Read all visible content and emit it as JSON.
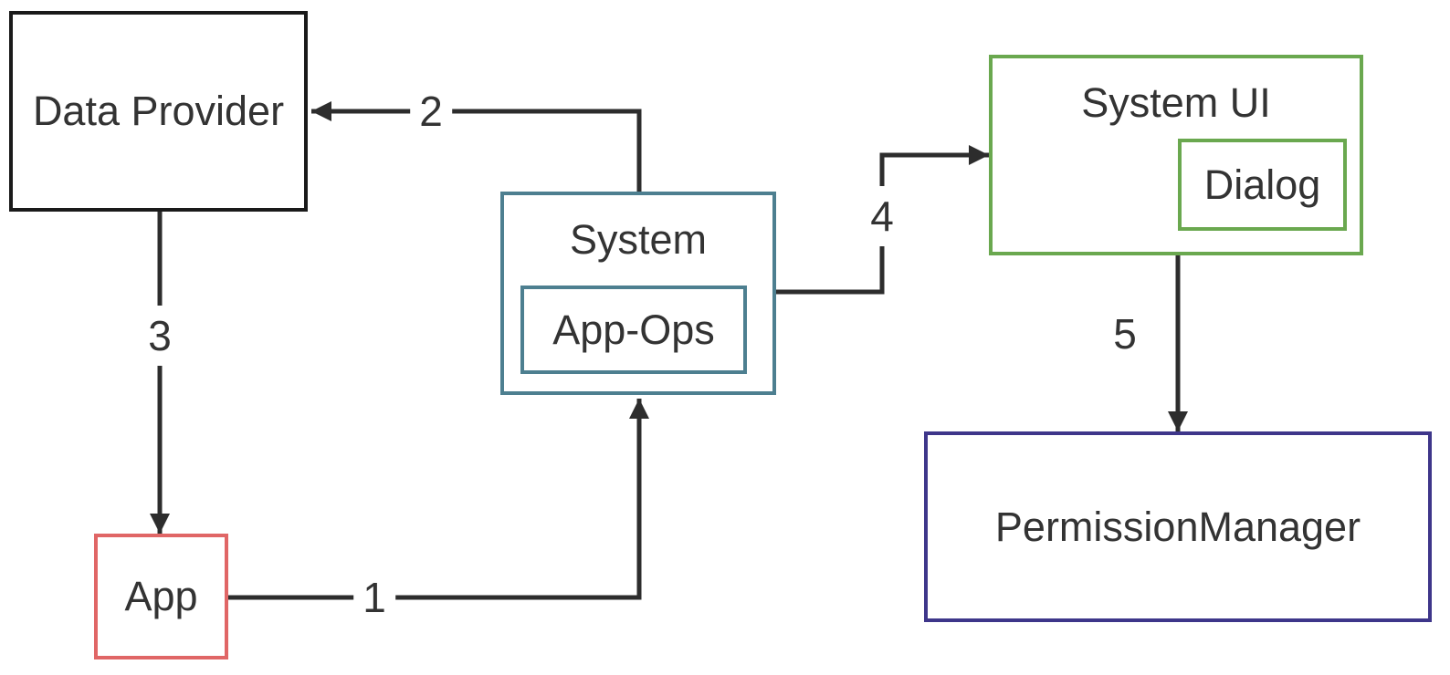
{
  "diagram": {
    "background_color": "#ffffff",
    "line_color": "#2d2d2d",
    "text_color": "#333333",
    "nodes": {
      "data_provider": {
        "label": "Data Provider",
        "border_color": "#1a1a1a"
      },
      "app": {
        "label": "App",
        "border_color": "#e06666"
      },
      "system": {
        "label": "System",
        "border_color": "#4d7f90"
      },
      "app_ops": {
        "label": "App-Ops",
        "border_color": "#4d7f90"
      },
      "system_ui": {
        "label": "System UI",
        "border_color": "#6aa84f"
      },
      "dialog": {
        "label": "Dialog",
        "border_color": "#6aa84f"
      },
      "permission_manager": {
        "label": "PermissionManager",
        "border_color": "#3e368a"
      }
    },
    "arrows": [
      {
        "label": "1",
        "from": "App",
        "to": "System"
      },
      {
        "label": "2",
        "from": "System",
        "to": "Data Provider"
      },
      {
        "label": "3",
        "from": "Data Provider",
        "to": "App"
      },
      {
        "label": "4",
        "from": "System",
        "to": "System UI"
      },
      {
        "label": "5",
        "from": "System UI",
        "to": "PermissionManager"
      }
    ]
  }
}
